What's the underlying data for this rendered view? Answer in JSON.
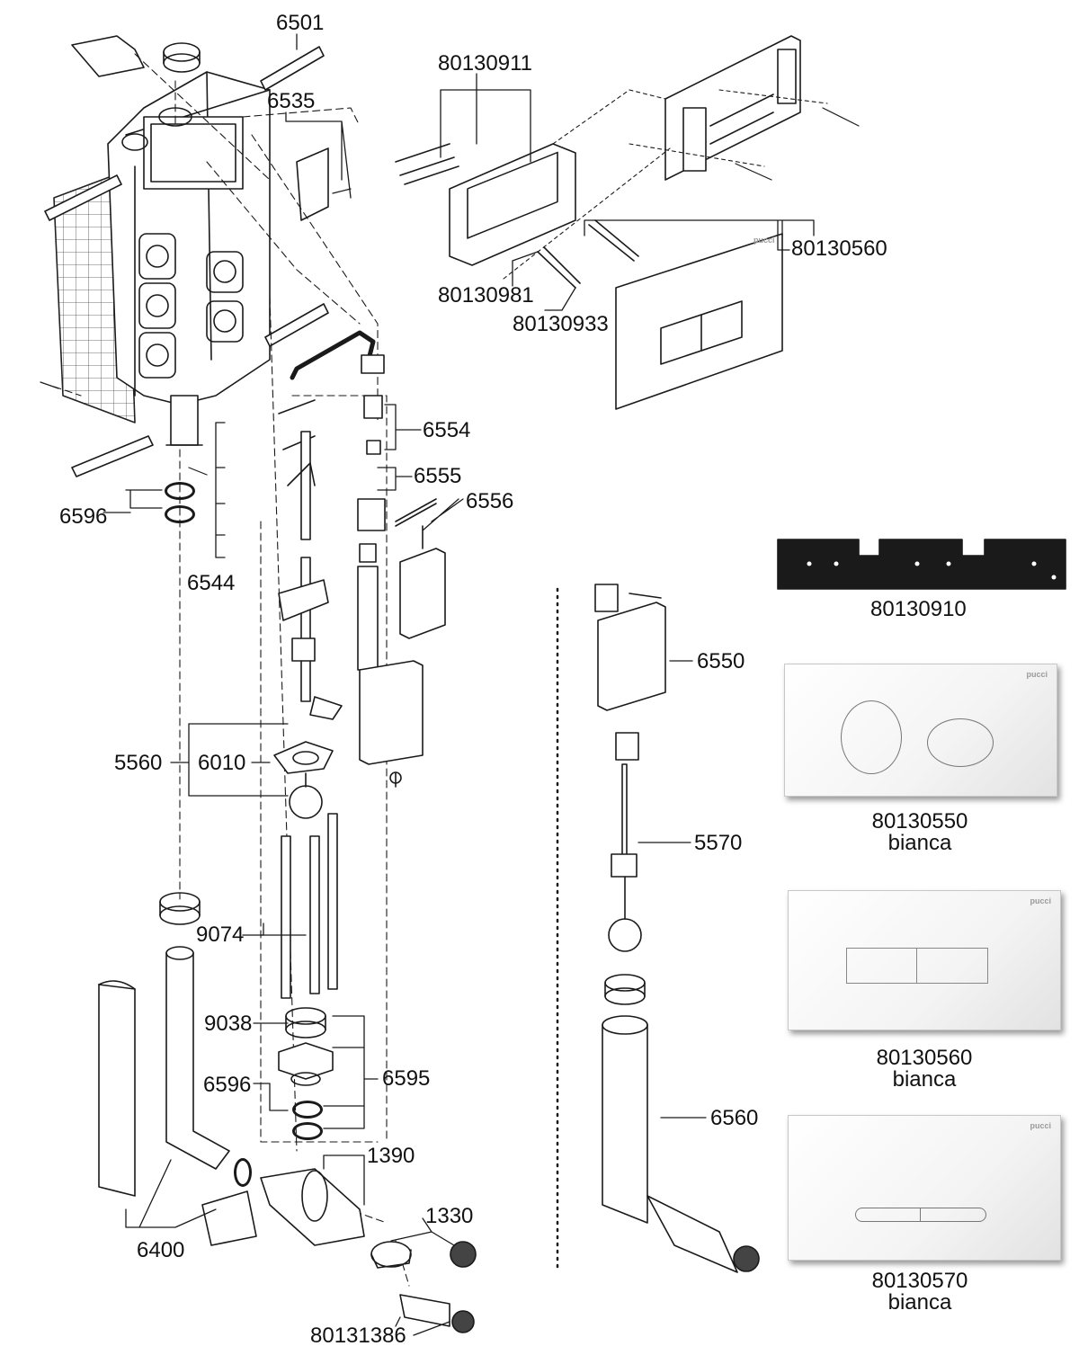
{
  "labels": {
    "p6501": "6501",
    "p6535": "6535",
    "p80130911": "80130911",
    "p80130560_top": "80130560",
    "p80130981": "80130981",
    "p80130933": "80130933",
    "p6554": "6554",
    "p6555": "6555",
    "p6556": "6556",
    "p6596_top": "6596",
    "p6544": "6544",
    "p5560": "5560",
    "p6010": "6010",
    "p9074": "9074",
    "p9038": "9038",
    "p6596_bottom": "6596",
    "p6595": "6595",
    "p1390": "1390",
    "p1330": "1330",
    "p6400": "6400",
    "p80131386": "80131386",
    "p6550": "6550",
    "p5570": "5570",
    "p6560": "6560",
    "p80130910": "80130910"
  },
  "plates": [
    {
      "code": "80130550",
      "color": "bianca",
      "style": "oval-buttons",
      "brand": "pucci"
    },
    {
      "code": "80130560",
      "color": "bianca",
      "style": "rectangle-buttons",
      "brand": "pucci"
    },
    {
      "code": "80130570",
      "color": "bianca",
      "style": "slot-buttons",
      "brand": "pucci"
    }
  ],
  "top_plate_brand": "pucci",
  "colors": {
    "line": "#1a1a1a",
    "gasket": "#1a1a1a",
    "plate_shadow": "#9a9a9a"
  }
}
